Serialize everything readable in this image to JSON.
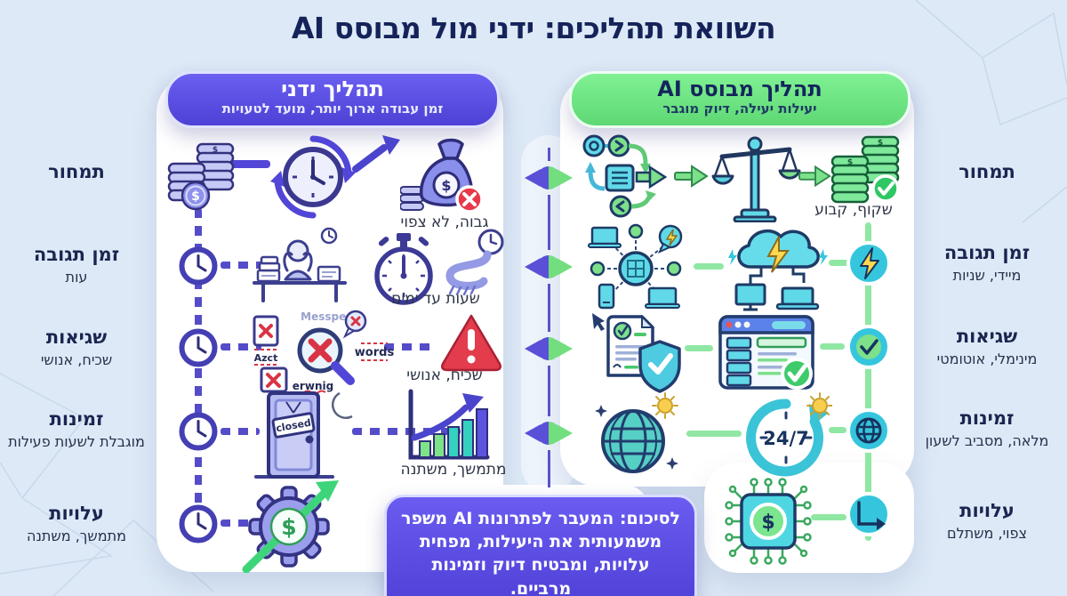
{
  "title": "השוואת תהליכים: ידני מול מבוסס AI",
  "panels": {
    "manual": {
      "title": "תהליך ידני",
      "subtitle": "זמן עבודה ארוך יותר, מועד לטעויות"
    },
    "ai": {
      "title": "תהליך מבוסס AI",
      "subtitle": "יעילות יעילה, דיוק מוגבר"
    }
  },
  "rows_left": [
    {
      "label": "תמחור",
      "sub": "",
      "caption": "גבוה, לא צפוי"
    },
    {
      "label": "זמן תגובה",
      "sub": "עות",
      "caption": "שעות עד ימים"
    },
    {
      "label": "שגיאות",
      "sub": "שכיח, אנושי",
      "caption": "שכיח, אנושי"
    },
    {
      "label": "זמינות",
      "sub": "מוגבלת לשעות פעילות",
      "caption": "מתמשך, משתנה"
    },
    {
      "label": "עלויות",
      "sub": "מתמשך, משתנה",
      "caption": ""
    }
  ],
  "rows_right": [
    {
      "label": "תמחור",
      "sub": "",
      "caption": "שקוף, קבוע"
    },
    {
      "label": "זמן תגובה",
      "sub": "מיידי, שניות"
    },
    {
      "label": "שגיאות",
      "sub": "מינימלי, אוטומטי"
    },
    {
      "label": "זמינות",
      "sub": "מלאה, מסביב לשעון"
    },
    {
      "label": "עלויות",
      "sub": "צפוי, משתלם"
    }
  ],
  "icon_texts": {
    "door_sign": "closed",
    "err_top": "Messped",
    "err_left": "Azct",
    "err_right": "words",
    "err_bottom": "erwnig",
    "clock_247": "24/7",
    "dollar": "$"
  },
  "summary": "לסיכום: המעבר לפתרונות AI משפר משמעותית את היעילות, מפחית עלויות, ומבטיח דיוק וזמינות מרביים.",
  "colors": {
    "background": "#dde9f6",
    "accent_purple": "#5246d8",
    "accent_green": "#6ee787",
    "badge_cyan": "#35c6dd",
    "error_red": "#e8394a",
    "navy": "#15235a"
  }
}
